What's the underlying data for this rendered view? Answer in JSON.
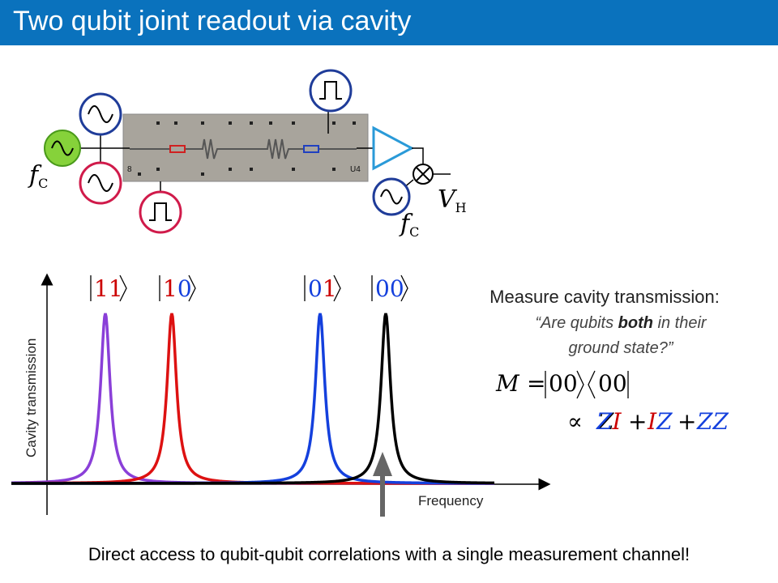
{
  "title": "Two qubit joint readout via cavity",
  "circuit": {
    "fc_left": "f",
    "fc_left_sub": "C",
    "fc_right": "f",
    "fc_right_sub": "C",
    "vh": "V",
    "vh_sub": "H",
    "chip_label_left": "8",
    "chip_label_right": "U4"
  },
  "chart_data": {
    "type": "line",
    "xlabel": "Frequency",
    "ylabel": "Cavity transmission",
    "series": [
      {
        "name": "|11⟩",
        "center": 130,
        "color": "#8a3fd8",
        "label_color": "#cc0000"
      },
      {
        "name": "|10⟩",
        "center": 212,
        "color": "#dd1111",
        "label_color": "#cc0000"
      },
      {
        "name": "|01⟩",
        "center": 395,
        "color": "#1440dd",
        "label_color": "#1440dd"
      },
      {
        "name": "|00⟩",
        "center": 476,
        "color": "#000000",
        "label_color": "#1440dd"
      }
    ],
    "labels": {
      "k11": {
        "a": "1",
        "b": "1",
        "ca": "#cc0000",
        "cb": "#cc0000"
      },
      "k10": {
        "a": "1",
        "b": "0",
        "ca": "#cc0000",
        "cb": "#1440dd"
      },
      "k01": {
        "a": "0",
        "b": "1",
        "ca": "#1440dd",
        "cb": "#cc0000"
      },
      "k00": {
        "a": "0",
        "b": "0",
        "ca": "#1440dd",
        "cb": "#1440dd"
      }
    }
  },
  "measure": {
    "heading": "Measure cavity transmission:",
    "question_pre": "“Are qubits ",
    "question_bold": "both",
    "question_post": " in their",
    "question_line2": "ground state?”",
    "operator_lhs": "M",
    "operator_eq": "=",
    "ket": "00",
    "bra": "00",
    "propto": "∝",
    "term1": "ZI",
    "plus1": "+",
    "term2": "IZ",
    "plus2": "+",
    "term3": "ZZ"
  },
  "footer": "Direct access to qubit-qubit correlations with a single measurement channel!"
}
